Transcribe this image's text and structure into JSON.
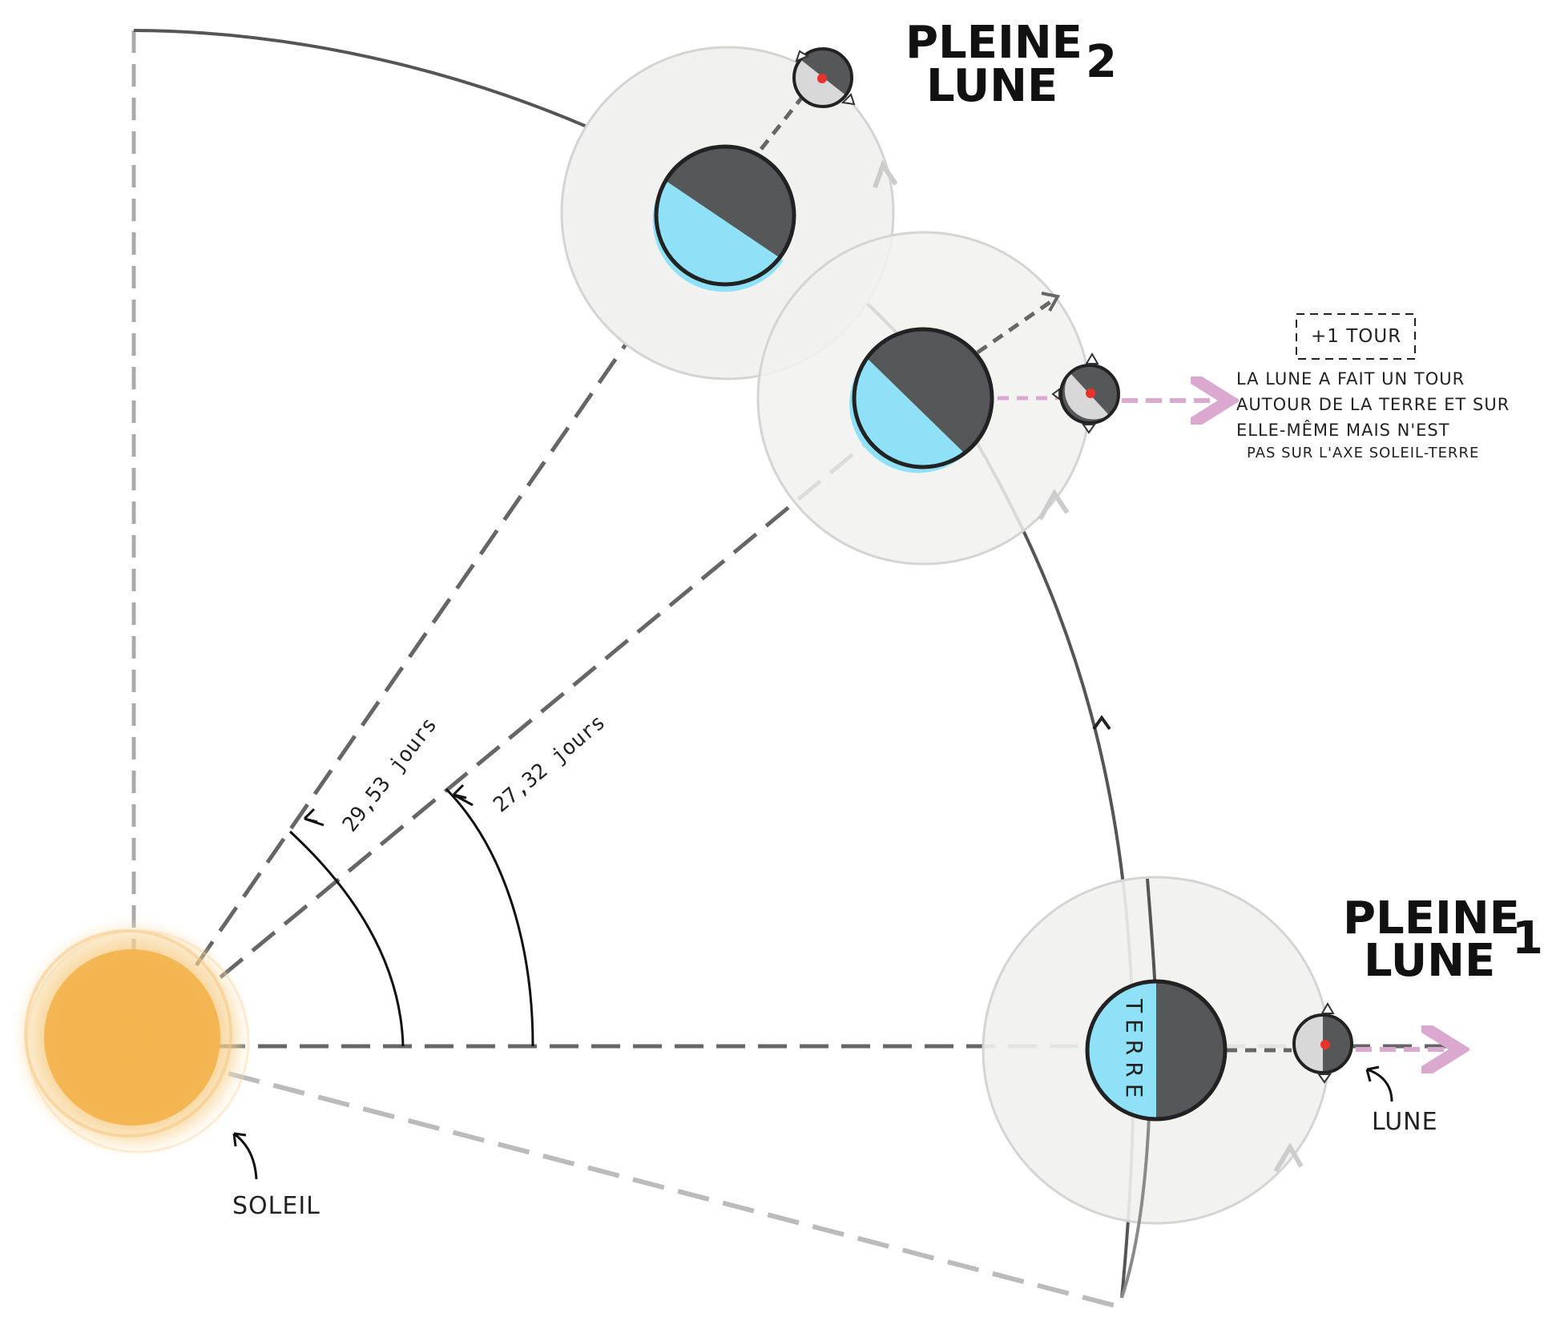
{
  "labels": {
    "full_moon_1_line1": "PLEINE",
    "full_moon_1_line2": "LUNE",
    "full_moon_1_number": "1",
    "full_moon_2_line1": "PLEINE",
    "full_moon_2_line2": "LUNE",
    "full_moon_2_number": "2",
    "plus_one_turn": "+1 TOUR",
    "note_line1": "LA LUNE A FAIT UN TOUR",
    "note_line2": "AUTOUR DE LA TERRE ET SUR",
    "note_line3": "ELLE-MÊME MAIS N'EST",
    "note_line4": "PAS SUR L'AXE SOLEIL-TERRE",
    "angle_synodic": "29,53 jours",
    "angle_sidereal": "27,32 jours",
    "earth": "TERRE",
    "moon": "LUNE",
    "sun": "SOLEIL"
  },
  "colors": {
    "sun": "#f3b44f",
    "earth_day": "#8fe1f7",
    "earth_night": "#555759",
    "orbit_zone": "#f1f1f0",
    "orbit_zone_stroke": "#d4d4d4",
    "moon_day": "#d8d8d8",
    "moon_marker": "#e8322b",
    "arrow_pink": "#dba8cf",
    "dashed_line": "#666666",
    "orbit_line": "#555555"
  }
}
